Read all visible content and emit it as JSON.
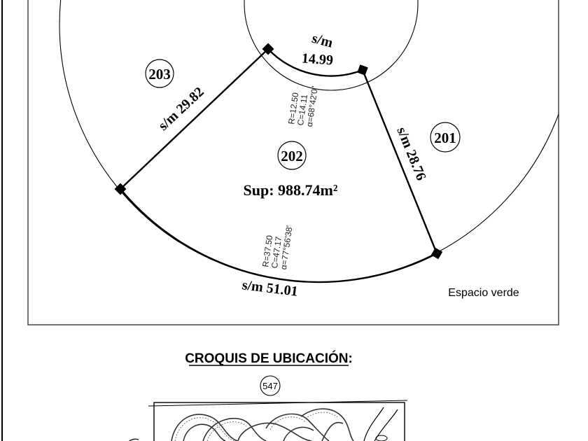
{
  "plot": {
    "lot_number": "202",
    "area": "Sup: 988.74m²",
    "neighbor_left": "203",
    "neighbor_right": "201",
    "side_left": "s/m 29.82",
    "side_right": "s/m 28.76",
    "inner_arc_label": "s/m",
    "inner_arc_length": "14.99",
    "outer_arc": "s/m 51.01",
    "inner_curve": {
      "r": "R=12.50",
      "c": "C=14.11",
      "a": "α=68°42'0\""
    },
    "outer_curve": {
      "r": "R=37.50",
      "c": "C=47.17",
      "a": "α=77°56'38'"
    },
    "green_space": "Espacio verde"
  },
  "location": {
    "heading": "CROQUIS DE UBICACIÓN:",
    "block_number": "547"
  }
}
